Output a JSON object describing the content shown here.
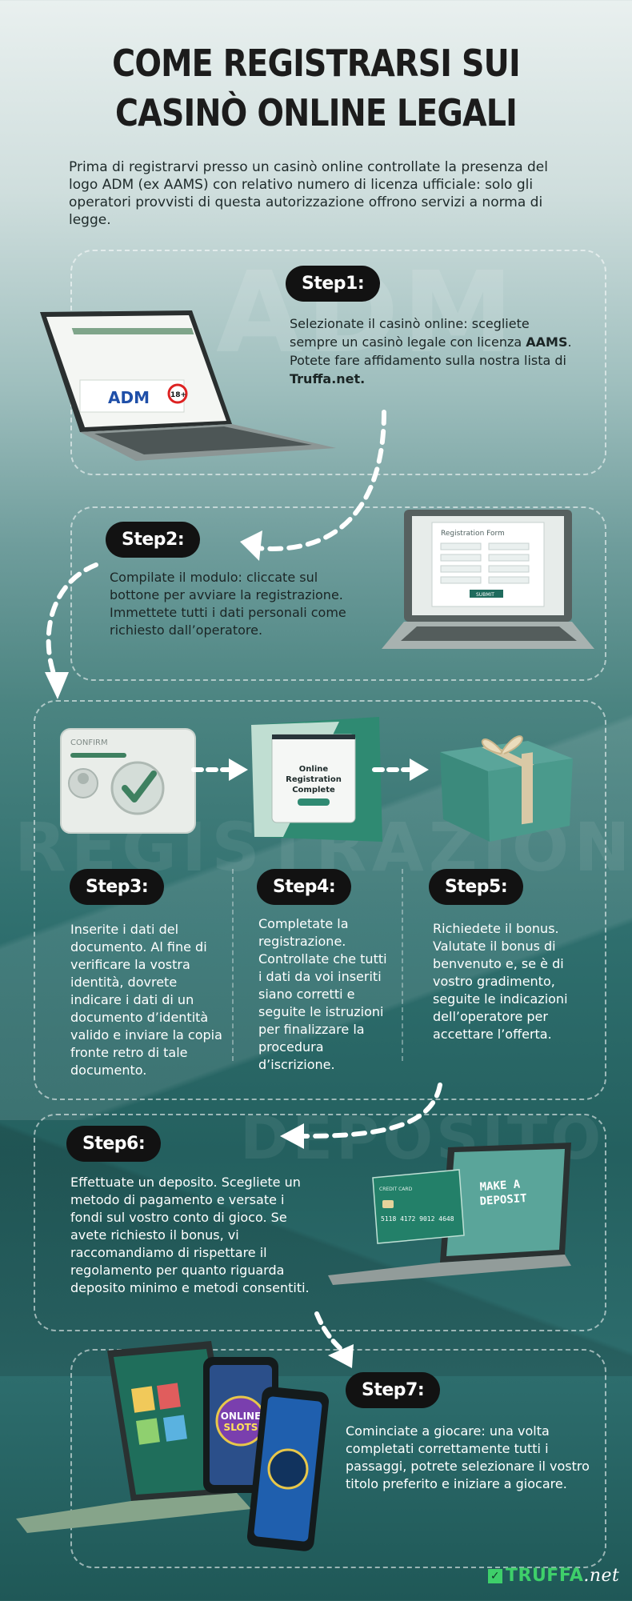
{
  "title_line1": "COME REGISTRARSI SUI",
  "title_line2": "CASINÒ ONLINE LEGALI",
  "intro": "Prima di registrarvi presso un casinò online controllate la presenza del logo ADM (ex AAMS) con relativo numero di licenza ufficiale: solo gli operatori provvisti di questa autorizzazione offrono servizi a norma di legge.",
  "watermarks": {
    "adm": "ADM",
    "registrazione": "REGISTRAZIONE",
    "deposito": "DEPOSITO"
  },
  "step1": {
    "label": "Step1:",
    "text_a": "Selezionate il casinò online: scegliete sempre un casinò legale con licenza ",
    "text_bold1": "AAMS",
    "text_b": ". Potete fare affidamento sulla nostra lista di ",
    "text_bold2": "Truffa.net.",
    "screen_adm": "ADM",
    "screen_age": "18+"
  },
  "step2": {
    "label": "Step2:",
    "text": "Compilate il modulo: cliccate sul bottone per avviare la registrazione. Immettete tutti i dati personali come richiesto dall’operatore.",
    "form_title": "Registration Form",
    "form_button": "SUBMIT"
  },
  "step3": {
    "label": "Step3:",
    "text": "Inserite i dati del documento. Al fine di verificare la vostra identità, dovrete indicare i dati di un documento d’identità valido e inviare la copia fronte retro di tale documento.",
    "card_label": "CONFIRM"
  },
  "step4": {
    "label": "Step4:",
    "text": "Completate la registrazione. Controllate che tutti i dati da voi inseriti siano corretti e seguite le istruzioni per finalizzare la procedura d’iscrizione.",
    "screen_text_1": "Online",
    "screen_text_2": "Registration",
    "screen_text_3": "Complete"
  },
  "step5": {
    "label": "Step5:",
    "text": "Richiedete il bonus. Valutate il bonus di benvenuto e, se è di vostro gradimento, seguite le indicazioni dell’operatore per accettare l’offerta."
  },
  "step6": {
    "label": "Step6:",
    "text": "Effettuate un deposito. Scegliete un metodo di pagamento e versate i fondi sul vostro conto di gioco. Se avete richiesto il bonus, vi raccomandiamo di rispettare il regolamento per quanto riguarda deposito minimo e metodi consentiti.",
    "screen_text_1": "MAKE A",
    "screen_text_2": "DEPOSIT",
    "card_label": "CREDIT CARD",
    "card_number": "5118 4172 9012 4648"
  },
  "step7": {
    "label": "Step7:",
    "text": "Cominciate a giocare:  una volta completati correttamente tutti i passaggi, potrete selezionare il vostro titolo preferito e iniziare a giocare.",
    "phone_text_1": "ONLINE",
    "phone_text_2": "SLOTS"
  },
  "logo": {
    "main": "TRUFFA",
    "suffix": ".net"
  },
  "colors": {
    "accent_green": "#3ecf6a",
    "pill_bg": "#121212",
    "teal_dark": "#1f5857"
  }
}
